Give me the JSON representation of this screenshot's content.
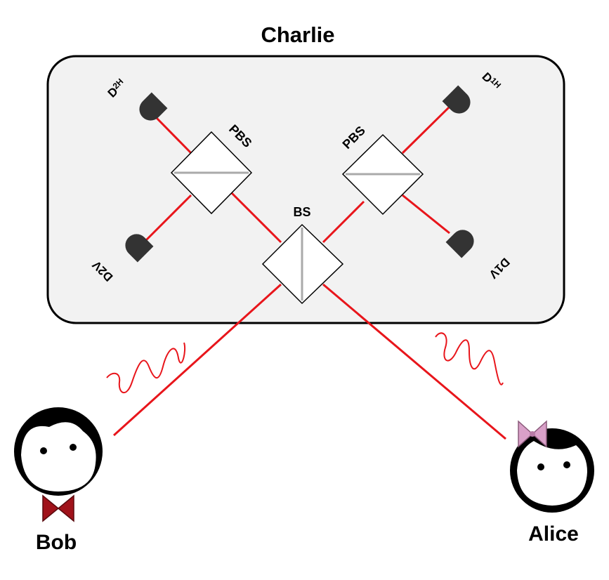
{
  "diagram": {
    "title": "Charlie",
    "beam_splitter_label": "BS",
    "pbs_left_label": "PBS",
    "pbs_right_label": "PBS",
    "detectors": {
      "d2h": {
        "main": "D",
        "sub": "2H"
      },
      "d2v": {
        "main": "D2V"
      },
      "d1h": {
        "main": "D",
        "sub": "1H"
      },
      "d1v": {
        "main": "D1V"
      }
    },
    "bob_label": "Bob",
    "alice_label": "Alice"
  },
  "colors": {
    "beam": "#e8151b",
    "box_fill": "#f2f2f2",
    "box_stroke": "#000000",
    "detector": "#333333",
    "splitter_line": "#aaaaaa",
    "bob_bowtie": "#a0121a",
    "alice_bow": "#d9a0c8"
  }
}
